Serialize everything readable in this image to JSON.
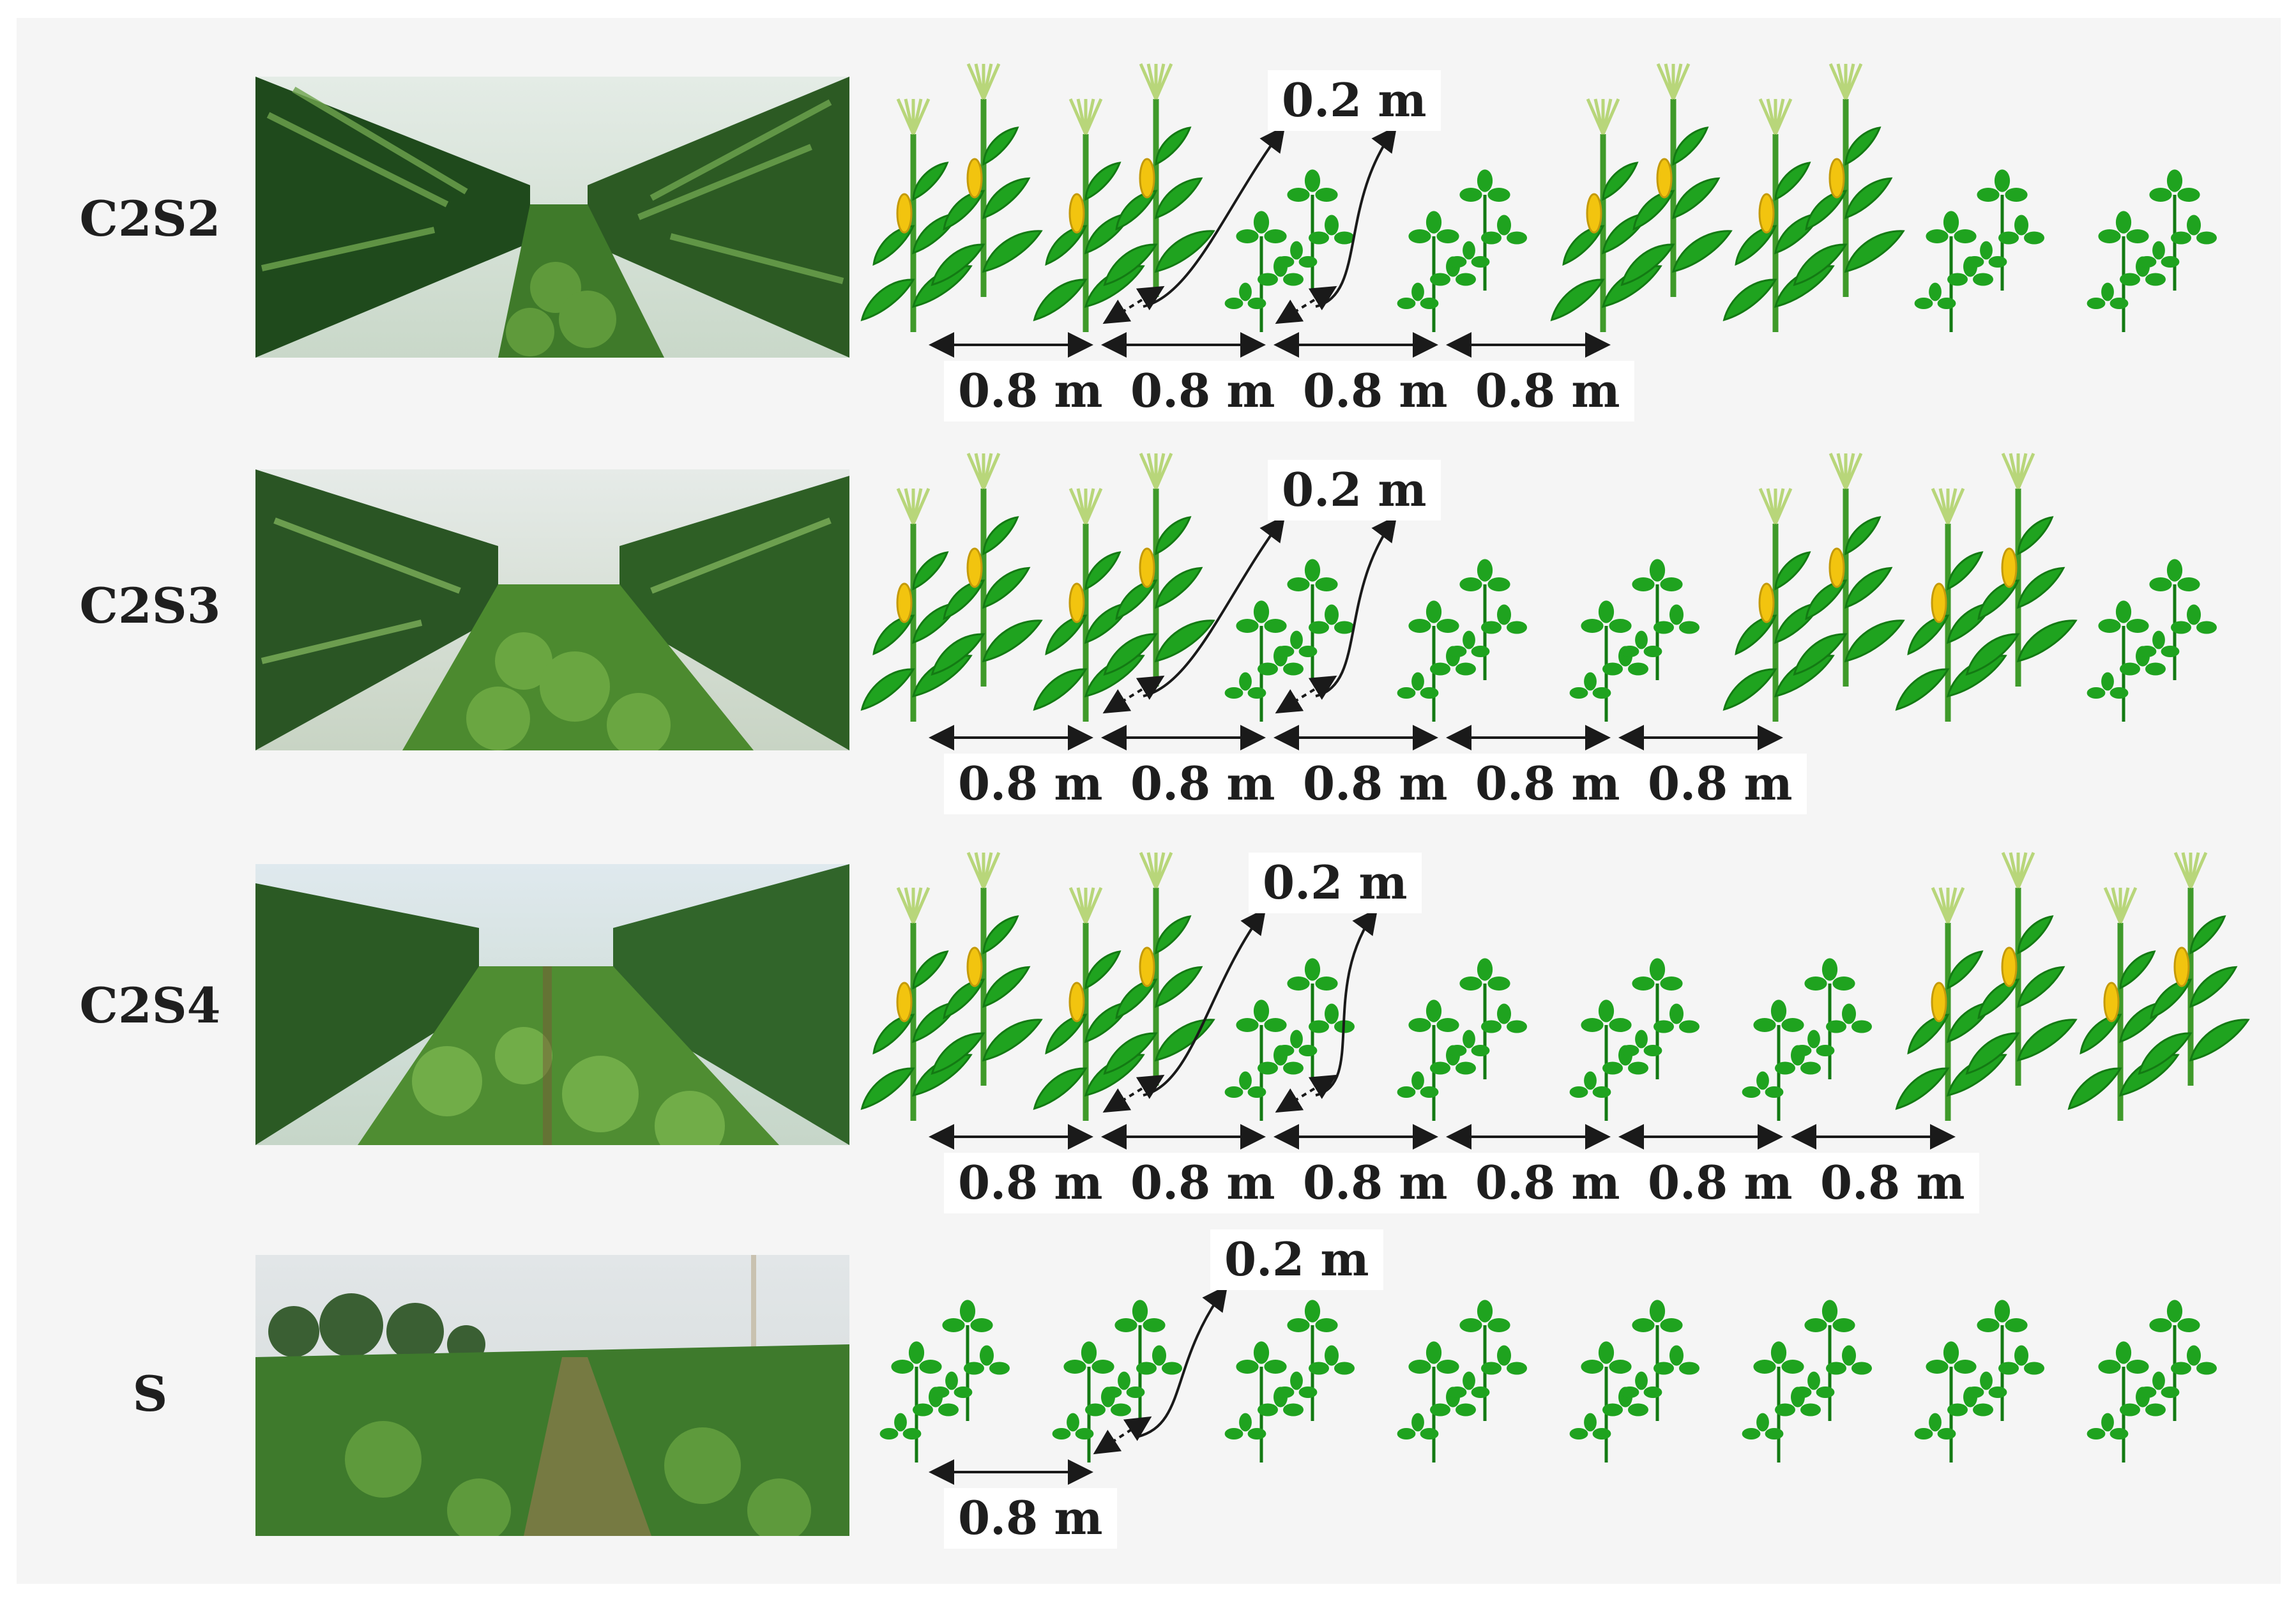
{
  "rows": [
    {
      "id": "C2S2",
      "label": "C2S2",
      "pattern": [
        "corn",
        "corn",
        "soy",
        "soy",
        "corn",
        "corn",
        "soy",
        "soy"
      ]
    },
    {
      "id": "C2S3",
      "label": "C2S3",
      "pattern": [
        "corn",
        "corn",
        "soy",
        "soy",
        "soy",
        "corn",
        "corn",
        "soy"
      ]
    },
    {
      "id": "C2S4",
      "label": "C2S4",
      "pattern": [
        "corn",
        "corn",
        "soy",
        "soy",
        "soy",
        "soy",
        "corn",
        "corn"
      ]
    },
    {
      "id": "S",
      "label": "S",
      "pattern": [
        "soy",
        "soy",
        "soy",
        "soy",
        "soy",
        "soy",
        "soy",
        "soy"
      ]
    }
  ],
  "dimensions": {
    "plant_spacing": "0.2 m",
    "row_spacing": "0.8 m",
    "row_spacing_counts": [
      4,
      5,
      6,
      1
    ]
  },
  "colors": {
    "leaf": "#1fa31f",
    "leaf_dark": "#137a13",
    "corn_cob": "#f2c40f",
    "tassel": "#b8d67a",
    "arrow": "#1a1a1a"
  }
}
